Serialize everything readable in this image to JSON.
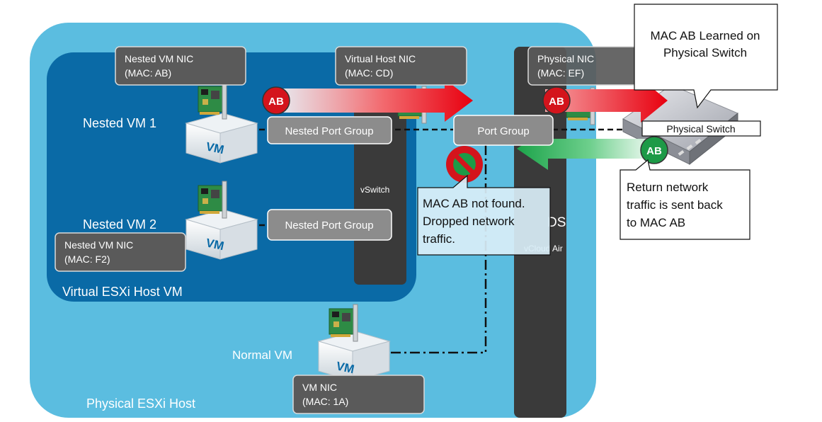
{
  "containers": {
    "physical_host_label": "Physical ESXi Host",
    "virtual_host_label": "Virtual ESXi Host VM",
    "vswitch_label": "vSwitch",
    "vds_label": "DS",
    "vcloud_label": "vCloud Air"
  },
  "vms": {
    "nested_vm1": "Nested VM 1",
    "nested_vm2": "Nested VM 2",
    "normal_vm": "Normal VM",
    "vm_logo_text": "VM"
  },
  "nics": {
    "nested_vm1": {
      "line1": "Nested VM NIC",
      "line2": "(MAC: AB)"
    },
    "nested_vm2": {
      "line1": "Nested VM NIC",
      "line2": "(MAC: F2)"
    },
    "virtual_host": {
      "line1": "Virtual Host NIC",
      "line2": "(MAC: CD)"
    },
    "physical": {
      "line1": "Physical NIC",
      "line2": "(MAC: EF)"
    },
    "normal_vm": {
      "line1": "VM NIC",
      "line2": "(MAC: 1A)"
    }
  },
  "port_groups": {
    "nested1": "Nested Port Group",
    "nested2": "Nested Port Group",
    "vds": "Port Group"
  },
  "badges": {
    "ab_label": "AB"
  },
  "callouts": {
    "learned": {
      "line1": "MAC AB Learned on",
      "line2": "Physical Switch"
    },
    "switch_label": "Physical Switch",
    "return": {
      "line1": "Return network",
      "line2": "traffic is sent back",
      "line3": "to MAC AB"
    },
    "dropped": {
      "line1": "MAC AB not found.",
      "line2": "Dropped network",
      "line3": "traffic."
    }
  },
  "colors": {
    "physical_host_fill": "#5bbde0",
    "virtual_host_fill": "#0a6aa6",
    "dark_column": "#3a3a3a",
    "gray_box": "#8c8c8c",
    "nic_label_fill": "#5a5a5a",
    "red_arrow": "#e8000f",
    "green_arrow": "#1ca34a",
    "badge_red": "#d4141c",
    "badge_green": "#1d9a47"
  }
}
